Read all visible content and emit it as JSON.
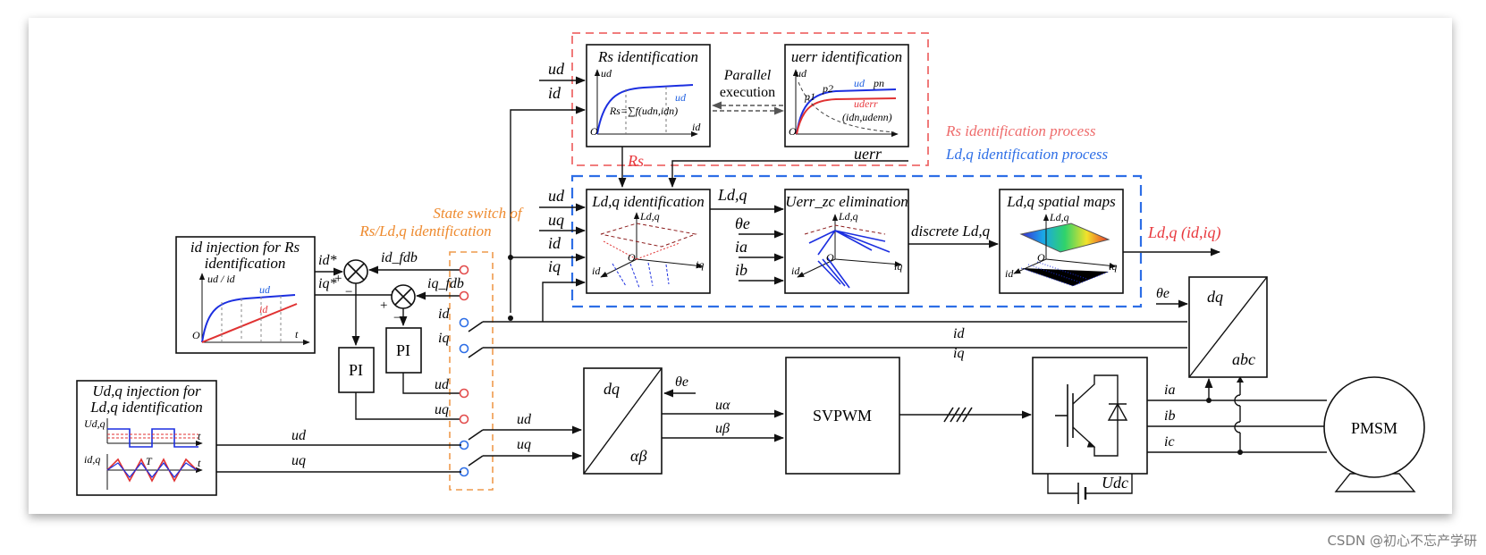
{
  "blocks": {
    "rs_title": "Rs identification",
    "uerr_title": "uerr identification",
    "parallel": "Parallel",
    "execution": "execution",
    "ldq_title": "Ld,q identification",
    "uerrzc_title": "Uerr_zc elimination",
    "spatial_title": "Ld,q spatial maps",
    "id_inj_1": "id injection for Rs",
    "id_inj_2": "identification",
    "udq_inj_1": "Ud,q injection for",
    "udq_inj_2": "Ld,q identification",
    "pi": "PI",
    "svpwm": "SVPWM",
    "pmsm": "PMSM",
    "dq": "dq",
    "alphabeta": "αβ",
    "abc": "abc"
  },
  "legend": {
    "rs_process": "Rs identification process",
    "ldq_process": "Ld,q identification process",
    "state_switch_1": "State switch of",
    "state_switch_2": "Rs/Ld,q identification"
  },
  "signals": {
    "ud": "ud",
    "id": "id",
    "uq": "uq",
    "iq": "iq",
    "uerr": "uerr",
    "rs": "Rs",
    "ldq": "Ld,q",
    "theta_e": "θe",
    "ia": "ia",
    "ib": "ib",
    "ic": "ic",
    "ualpha": "uα",
    "ubeta": "uβ",
    "udc": "Udc",
    "discrete": "discrete Ld,q",
    "output": "Ld,q (id,iq)",
    "id_star": "id*",
    "iq_star": "iq*",
    "id_fdb": "id_fdb",
    "iq_fdb": "iq_fdb",
    "plus": "+",
    "minus": "−"
  },
  "plots": {
    "rs_eq": "Rs=∑f(udn,idn)",
    "uerr_pair": "(idn,udenn)",
    "p1": "p1",
    "p2": "p2",
    "pn": "pn",
    "udeff": "uderr",
    "O": "O",
    "ud_over_id": "ud / id",
    "t": "t",
    "T": "T",
    "udq_axis": "Ud,q",
    "idq_axis": "id,q"
  },
  "watermark": "CSDN @初心不忘产学研"
}
